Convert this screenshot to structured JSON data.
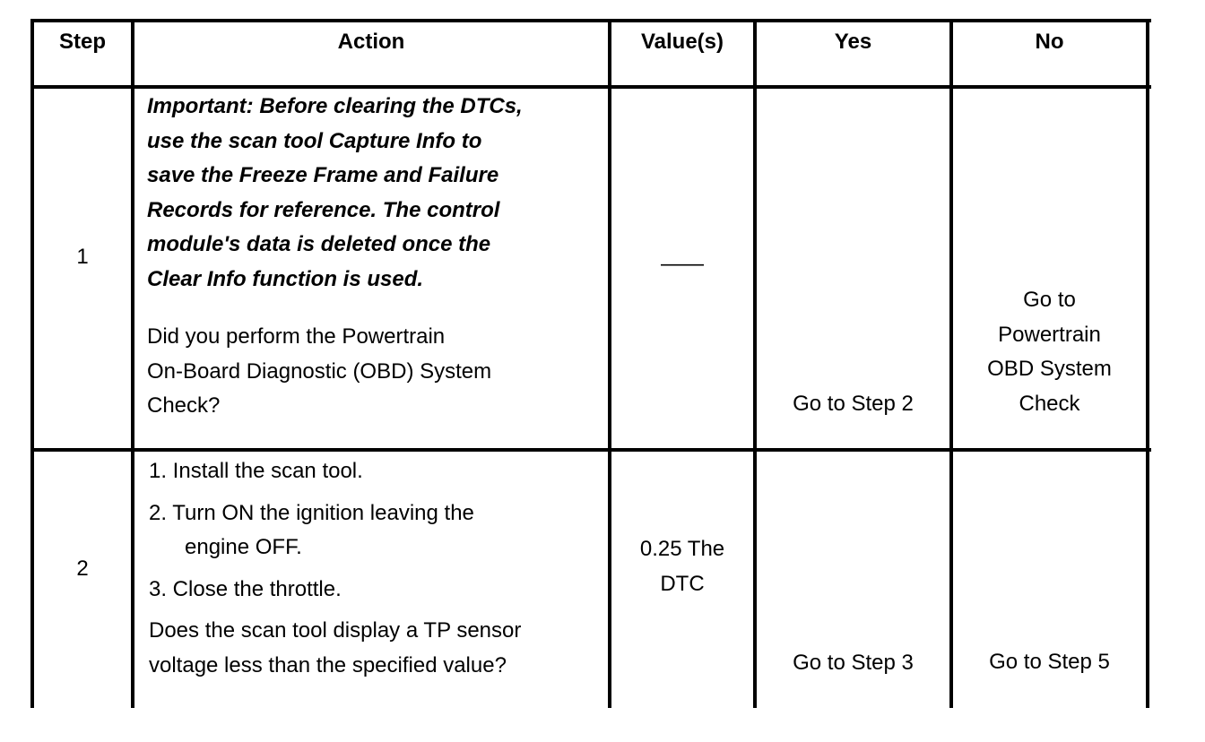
{
  "table": {
    "headers": {
      "step": "Step",
      "action": "Action",
      "values": "Value(s)",
      "yes": "Yes",
      "no": "No"
    },
    "rows": [
      {
        "step": "1",
        "important_lines": [
          "Important:  Before clearing the DTCs,",
          "use the scan tool Capture Info to",
          "save the Freeze Frame and Failure",
          "Records for reference. The control",
          "module's data  is deleted once the",
          "Clear Info function is used."
        ],
        "question_lines": [
          "Did you perform the Powertrain",
          "On-Board Diagnostic (OBD) System",
          "Check?"
        ],
        "value": "——",
        "yes": "Go to Step 2",
        "no_lines": [
          "Go to",
          "Powertrain",
          "OBD System",
          "Check"
        ]
      },
      {
        "step": "2",
        "steps": [
          "1. Install the scan tool.",
          "2. Turn ON the ignition leaving the",
          "engine OFF.",
          "3. Close the throttle."
        ],
        "question_lines": [
          "Does the scan tool display a TP sensor",
          "voltage less than the specified value?"
        ],
        "value_lines": [
          "0.25 The",
          "DTC"
        ],
        "yes": "Go to Step 3",
        "no": "Go to Step 5"
      }
    ]
  }
}
